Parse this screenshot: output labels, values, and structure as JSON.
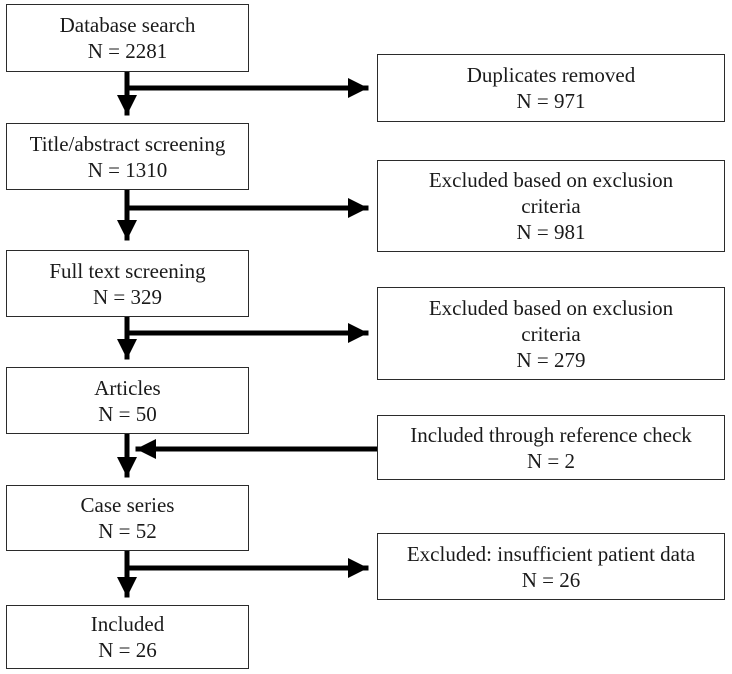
{
  "main_steps": [
    {
      "label": "Database search",
      "count": "N = 2281"
    },
    {
      "label": "Title/abstract screening",
      "count": "N = 1310"
    },
    {
      "label": "Full text screening",
      "count": "N = 329"
    },
    {
      "label": "Articles",
      "count": "N = 50"
    },
    {
      "label": "Case series",
      "count": "N = 52"
    },
    {
      "label": "Included",
      "count": "N = 26"
    }
  ],
  "side_boxes": [
    {
      "line1": "Duplicates removed",
      "line2": "",
      "count": "N = 971"
    },
    {
      "line1": "Excluded based on exclusion",
      "line2": "criteria",
      "count": "N = 981"
    },
    {
      "line1": "Excluded based on exclusion",
      "line2": "criteria",
      "count": "N = 279"
    },
    {
      "line1": "Included through reference check",
      "line2": "",
      "count": "N = 2"
    },
    {
      "line1": "Excluded: insufficient patient data",
      "line2": "",
      "count": "N = 26"
    }
  ]
}
